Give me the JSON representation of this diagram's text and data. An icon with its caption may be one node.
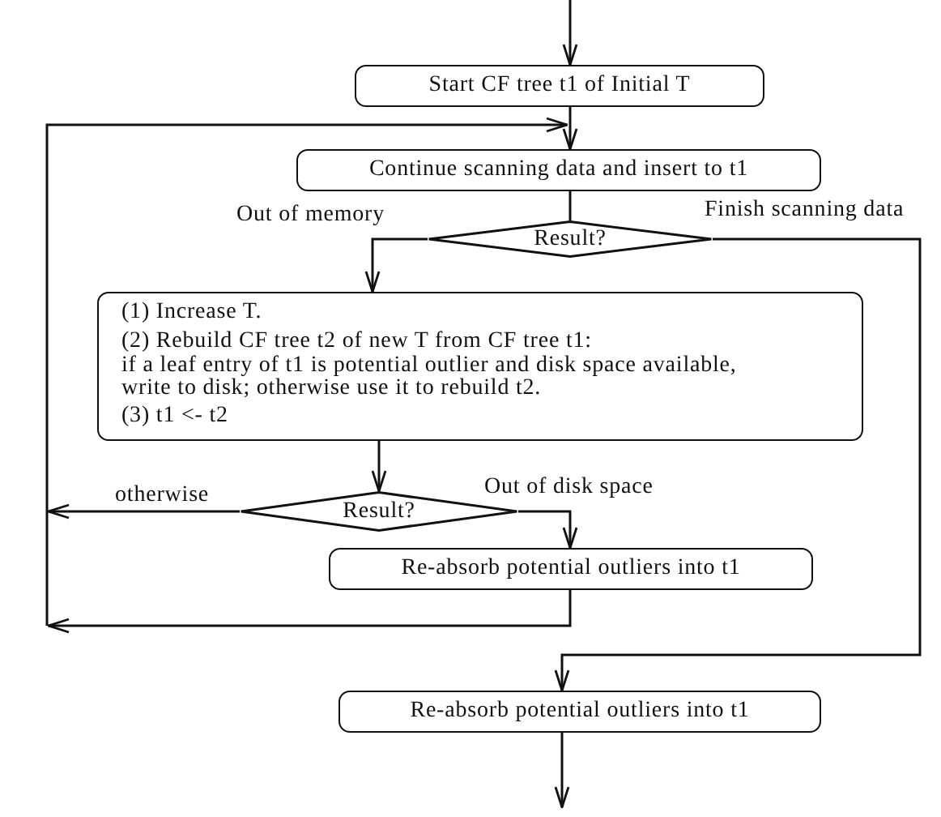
{
  "diagram": {
    "nodes": [
      {
        "text": [
          "Start CF tree t1 of Initial T"
        ]
      },
      {
        "text": [
          "Continue scanning data and insert to t1"
        ]
      },
      {
        "text": [
          "Result?"
        ]
      },
      {
        "text": [
          "(1) Increase T.",
          "(2) Rebuild CF tree t2 of new T from CF tree t1:",
          "if a leaf entry of t1 is potential outlier and disk space available, write to disk; otherwise use it to rebuild t2.",
          "(3) t1 <- t2"
        ]
      },
      {
        "text": [
          "Result?"
        ]
      },
      {
        "text": [
          "Re-absorb potential outliers into t1"
        ]
      },
      {
        "text": [
          "Re-absorb potential outliers into t1"
        ]
      }
    ],
    "edges": [
      {
        "from": null,
        "to": 0,
        "arrow": "to"
      },
      {
        "from": 0,
        "to": 1,
        "arrow": "to"
      },
      {
        "from": 1,
        "to": 2,
        "arrow": "none"
      },
      {
        "from": 2,
        "to": 3,
        "arrow": "to",
        "label": "Out of memory"
      },
      {
        "from": 2,
        "to": 6,
        "arrow": "to",
        "label": "Finish scanning data"
      },
      {
        "from": 3,
        "to": 4,
        "arrow": "to"
      },
      {
        "from": 4,
        "to": 1,
        "arrow": "to",
        "label": "otherwise"
      },
      {
        "from": 4,
        "to": 5,
        "arrow": "to",
        "label": "Out of disk space"
      },
      {
        "from": 5,
        "to": 1,
        "arrow": "to"
      },
      {
        "from": 6,
        "to": null,
        "arrow": "to"
      }
    ]
  }
}
